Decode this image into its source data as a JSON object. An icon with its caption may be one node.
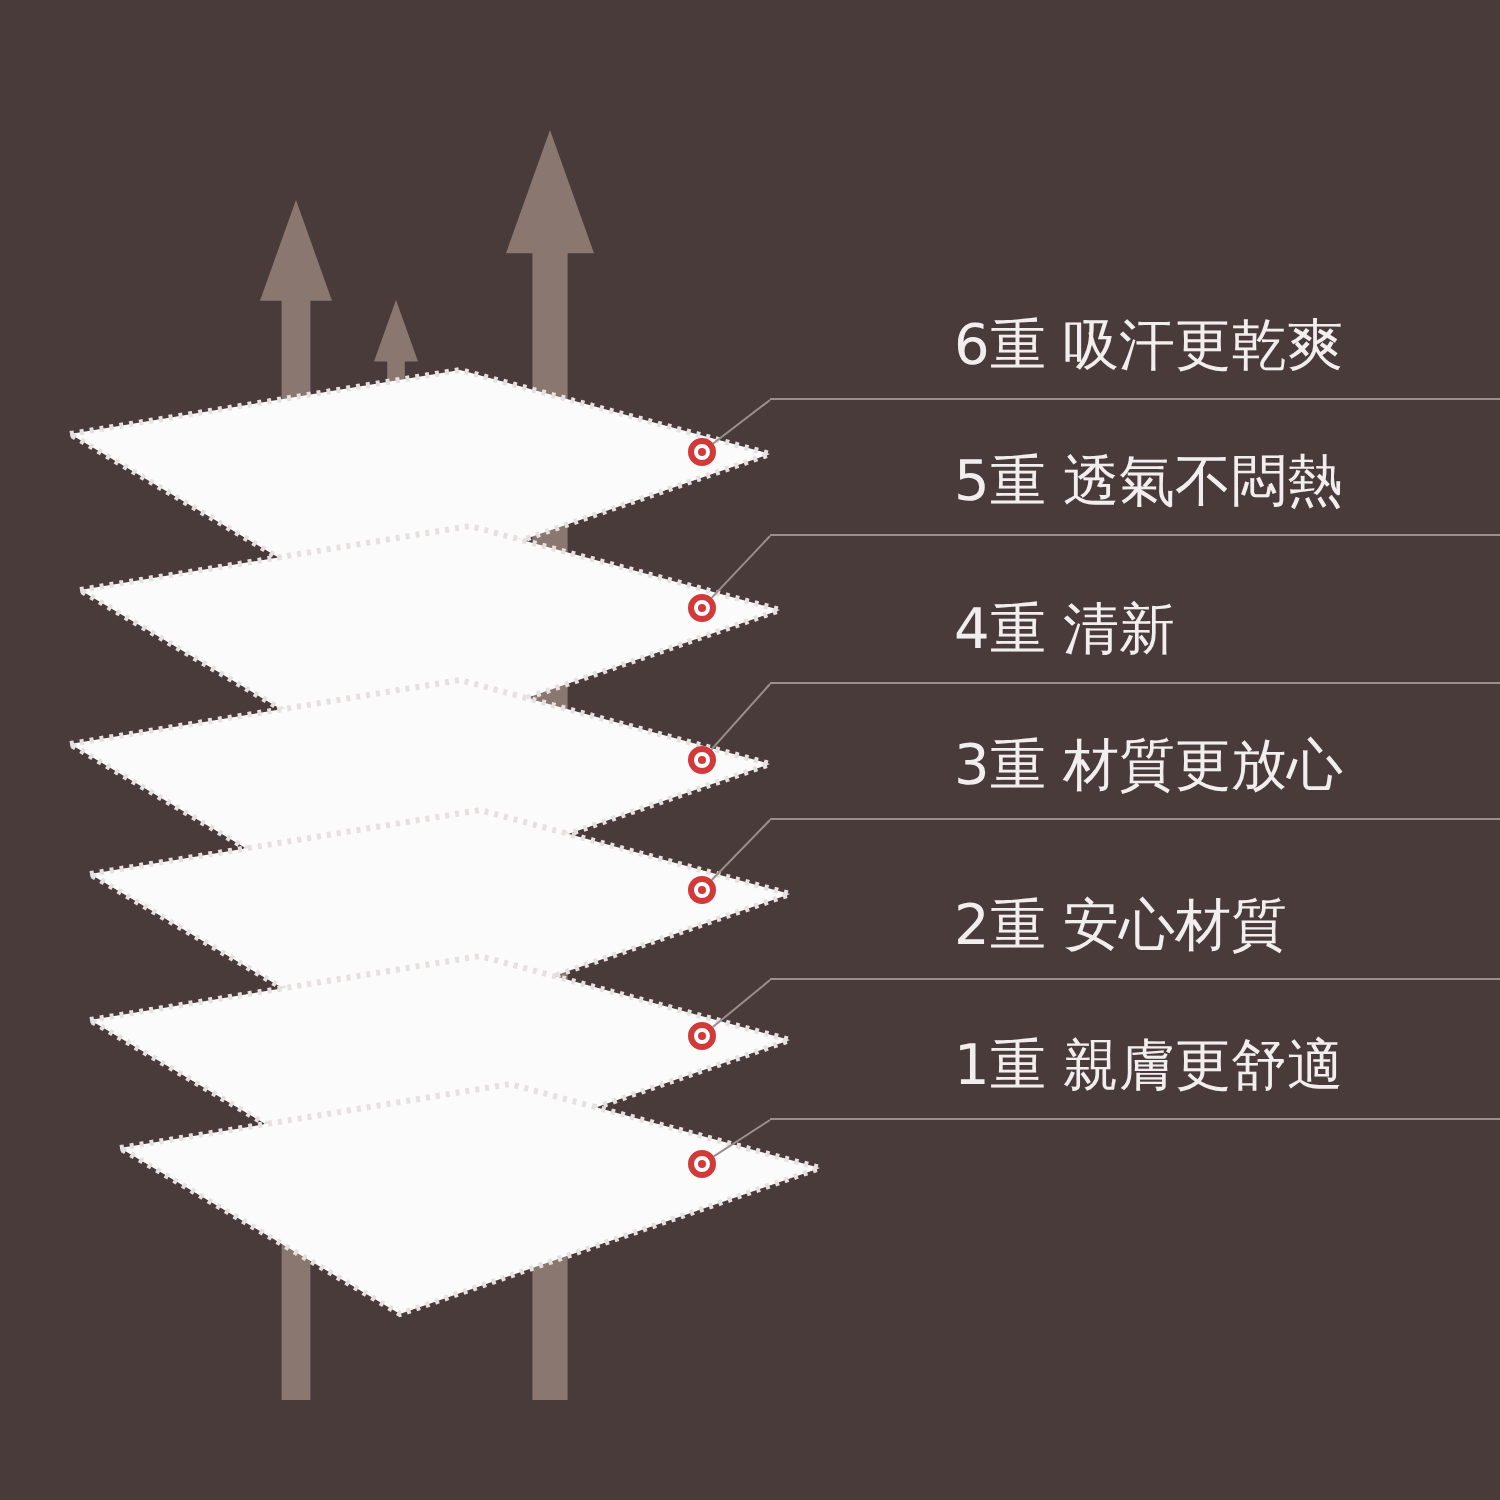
{
  "diagram": {
    "nodes": [
      {
        "text": [
          "6重 吸汗更乾爽"
        ]
      },
      {
        "text": [
          "5重 透氣不悶熱"
        ]
      },
      {
        "text": [
          "4重 清新"
        ]
      },
      {
        "text": [
          "3重 材質更放心"
        ]
      },
      {
        "text": [
          "2重 安心材質"
        ]
      },
      {
        "text": [
          "1重 親膚更舒適"
        ]
      },
      {
        "text": [],
        "shape": "circle"
      },
      {
        "text": [],
        "shape": "circle"
      },
      {
        "text": [],
        "shape": "circle"
      },
      {
        "text": [],
        "shape": "circle"
      },
      {
        "text": [],
        "shape": "circle"
      },
      {
        "text": [],
        "shape": "circle"
      }
    ],
    "edges": [
      {
        "from": 0,
        "to": 6,
        "arrow": "none"
      },
      {
        "from": 1,
        "to": 7,
        "arrow": "none"
      },
      {
        "from": 2,
        "to": 8,
        "arrow": "none"
      },
      {
        "from": 3,
        "to": 9,
        "arrow": "none"
      },
      {
        "from": 4,
        "to": 10,
        "arrow": "none"
      },
      {
        "from": 5,
        "to": 11,
        "arrow": "none"
      }
    ]
  }
}
